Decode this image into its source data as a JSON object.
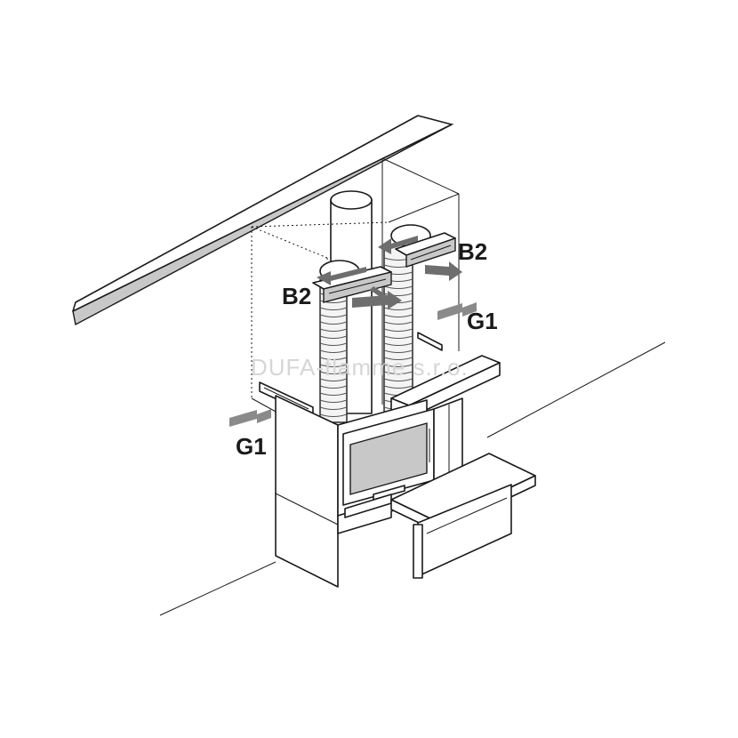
{
  "labels": {
    "b2_left": "B2",
    "b2_right": "B2",
    "g1_left": "G1",
    "g1_right": "G1"
  },
  "watermark": "DUFA-flamme s.r.o.",
  "colors": {
    "line": "#1a1a1a",
    "arrow": "#8a8a8a",
    "panel": "#c8c8c8"
  }
}
